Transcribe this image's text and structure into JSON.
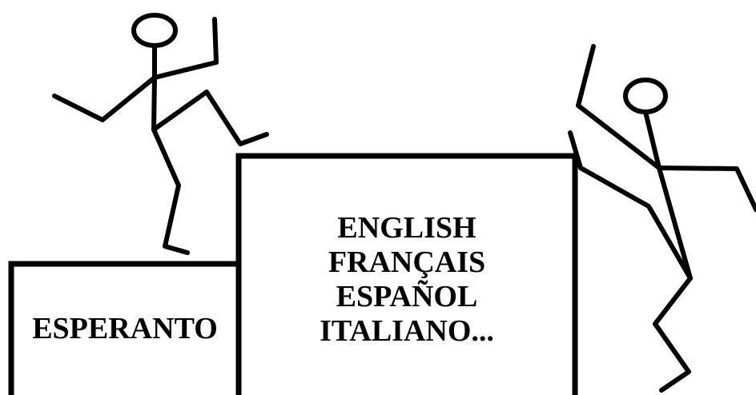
{
  "low_step": {
    "label": "ESPERANTO"
  },
  "high_step": {
    "languages": [
      "ENGLISH",
      "FRANÇAIS",
      "ESPAÑOL",
      "ITALIANO..."
    ]
  },
  "figures": {
    "left": "stick-figure-stepping-up",
    "right": "stick-figure-climbing"
  }
}
